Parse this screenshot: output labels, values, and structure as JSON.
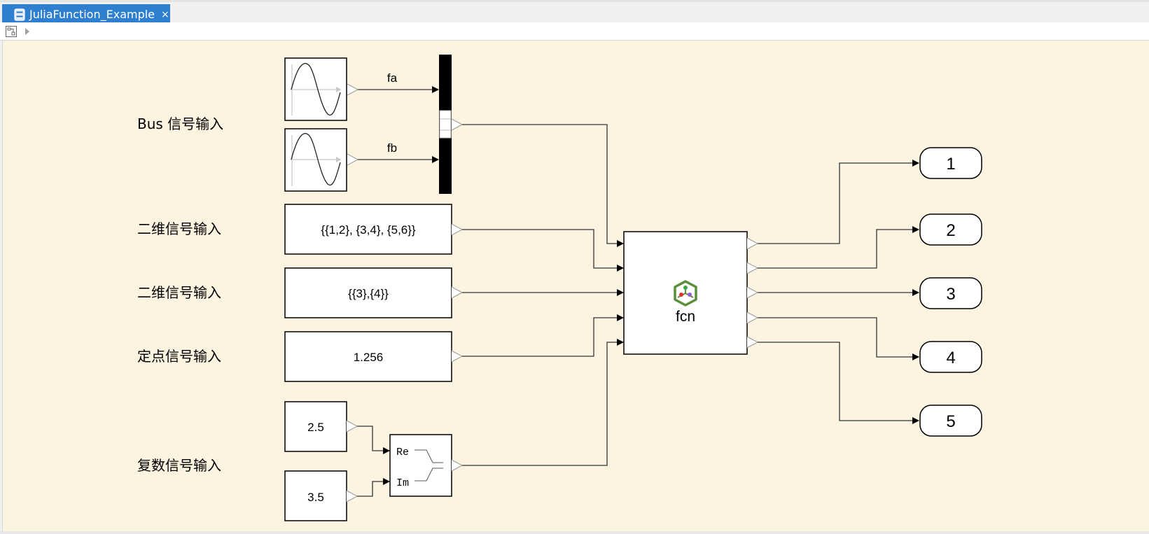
{
  "window": {
    "tab_title": "JuliaFunction_Example",
    "tab_close_label": "×"
  },
  "toolbar": {
    "icons": [
      "model-browser-icon",
      "expand-arrow-icon"
    ]
  },
  "diagram": {
    "annotations": [
      "Bus 信号输入",
      "二维信号输入",
      "二维信号输入",
      "定点信号输入",
      "复数信号输入"
    ],
    "sine_sources": [
      {
        "signal_name": "fa"
      },
      {
        "signal_name": "fb"
      }
    ],
    "constants": [
      {
        "value": "{{1,2}, {3,4}, {5,6}}"
      },
      {
        "value": "{{3},{4}}"
      },
      {
        "value": "1.256"
      },
      {
        "value": "2.5"
      },
      {
        "value": "3.5"
      }
    ],
    "realimag_block": {
      "ports": [
        "Re",
        "Im"
      ]
    },
    "function_block": {
      "label": "fcn",
      "input_count": 5,
      "output_count": 5
    },
    "outports": [
      "1",
      "2",
      "3",
      "4",
      "5"
    ],
    "colors": {
      "canvas": "#fdf3e1",
      "tab_active": "#2f7fd1",
      "icon_green": "#5a8f3a",
      "icon_red": "#e03030",
      "icon_purple": "#9a5ac8"
    }
  }
}
